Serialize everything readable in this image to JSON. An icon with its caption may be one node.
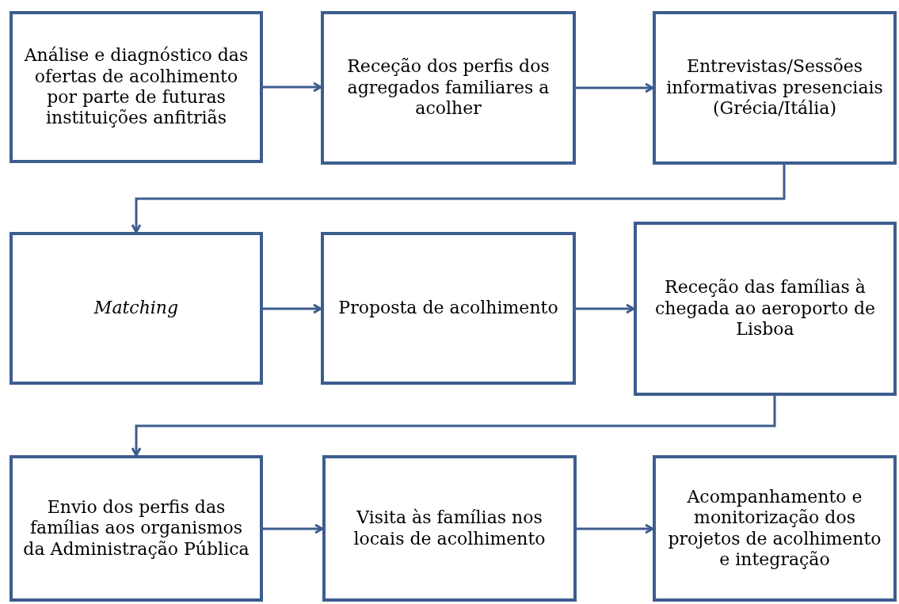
{
  "diagram": {
    "nodes": [
      {
        "text": [
          "Análise e diagnóstico das ofertas de acolhimento por parte de futuras instituições anfitriãs"
        ]
      },
      {
        "text": [
          "Receção dos perfis dos agregados familiares a acolher"
        ]
      },
      {
        "text": [
          "Entrevistas/Sessões informativas presenciais (Grécia/Itália)"
        ]
      },
      {
        "text": [
          "Matching"
        ]
      },
      {
        "text": [
          "Proposta de acolhimento"
        ]
      },
      {
        "text": [
          "Receção das famílias à chegada ao aeroporto de Lisboa"
        ]
      },
      {
        "text": [
          "Envio dos perfis das famílias aos organismos da Administração Pública"
        ]
      },
      {
        "text": [
          "Visita às famílias nos locais de acolhimento"
        ]
      },
      {
        "text": [
          "Acompanhamento e monitorização dos projetos de acolhimento e integração"
        ]
      }
    ],
    "edges": [
      {
        "from": 0,
        "to": 1,
        "arrow": "to"
      },
      {
        "from": 1,
        "to": 2,
        "arrow": "to"
      },
      {
        "from": 2,
        "to": 3,
        "arrow": "to"
      },
      {
        "from": 3,
        "to": 4,
        "arrow": "to"
      },
      {
        "from": 4,
        "to": 5,
        "arrow": "to"
      },
      {
        "from": 5,
        "to": 6,
        "arrow": "to"
      },
      {
        "from": 6,
        "to": 7,
        "arrow": "to"
      },
      {
        "from": 7,
        "to": 8,
        "arrow": "to"
      }
    ]
  }
}
